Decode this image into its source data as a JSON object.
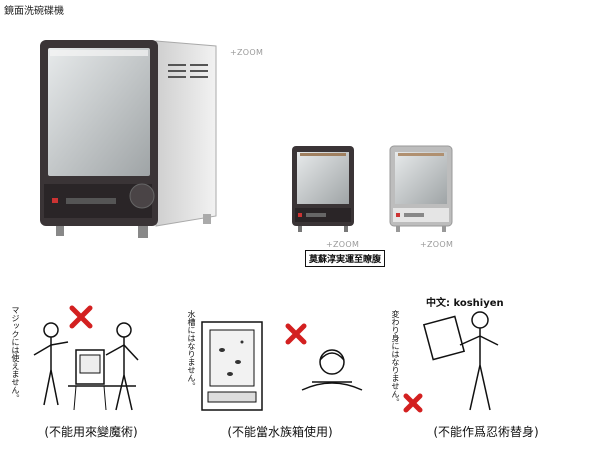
{
  "page": {
    "title": "鏡面洗碗碟機"
  },
  "products": {
    "main": {
      "zoom": "+ZOOM"
    },
    "dark": {
      "zoom": "+ZOOM"
    },
    "silver": {
      "zoom": "+ZOOM"
    },
    "caption": "莫蘇淳実運至瞭腹"
  },
  "warnings": [
    {
      "caption": "(不能用來變魔術)",
      "side_text": "マジックには使えません。"
    },
    {
      "caption": "(不能當水族箱使用)",
      "side_text": "水槽にはなりません。"
    },
    {
      "caption": "(不能作爲忍術替身)",
      "side_text": "変わり身にはなりません。",
      "label": "中文: koshiyen"
    }
  ],
  "colors": {
    "cross": "#d32020",
    "washer_dark": "#3a3436",
    "washer_silver": "#bdbdbd"
  }
}
